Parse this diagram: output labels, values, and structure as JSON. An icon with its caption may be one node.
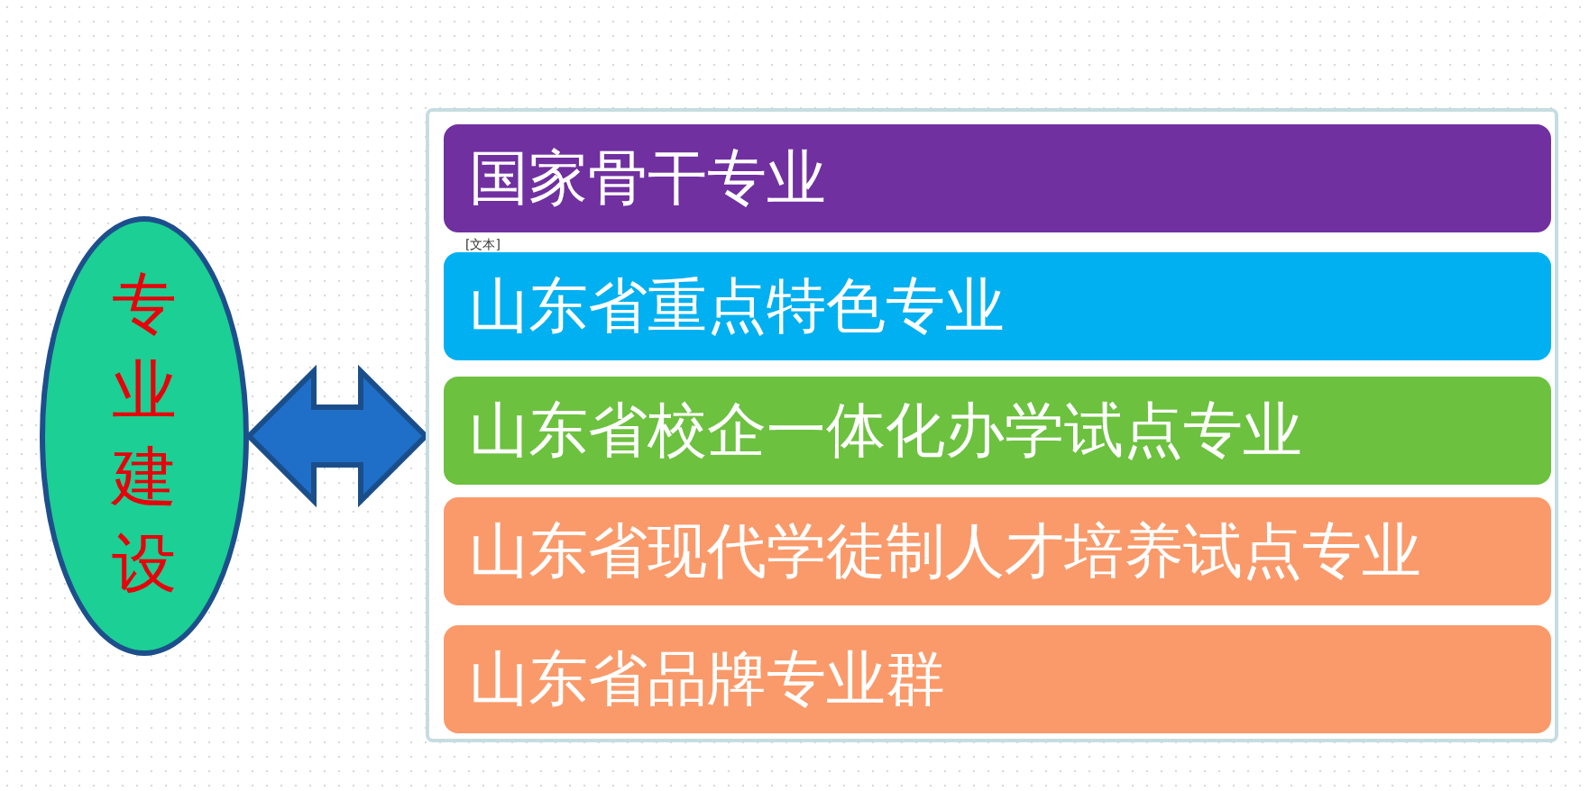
{
  "diagram": {
    "nodes": [
      {
        "text": [
          "专业建设"
        ]
      },
      {
        "text": [],
        "shape": "box"
      },
      {
        "text": [
          "国家骨干专业"
        ],
        "in": 1
      },
      {
        "text": [
          "山东省重点特色专业"
        ],
        "in": 1
      },
      {
        "text": [
          "山东省校企一体化办学试点专业"
        ],
        "in": 1
      },
      {
        "text": [
          "山东省现代学徒制人才培养试点专业"
        ],
        "in": 1
      },
      {
        "text": [
          "山东省品牌专业群"
        ],
        "in": 1
      }
    ],
    "edges": [
      {
        "from": 0,
        "to": 1,
        "arrow": "both"
      }
    ],
    "labels": [
      "[文本]"
    ]
  }
}
